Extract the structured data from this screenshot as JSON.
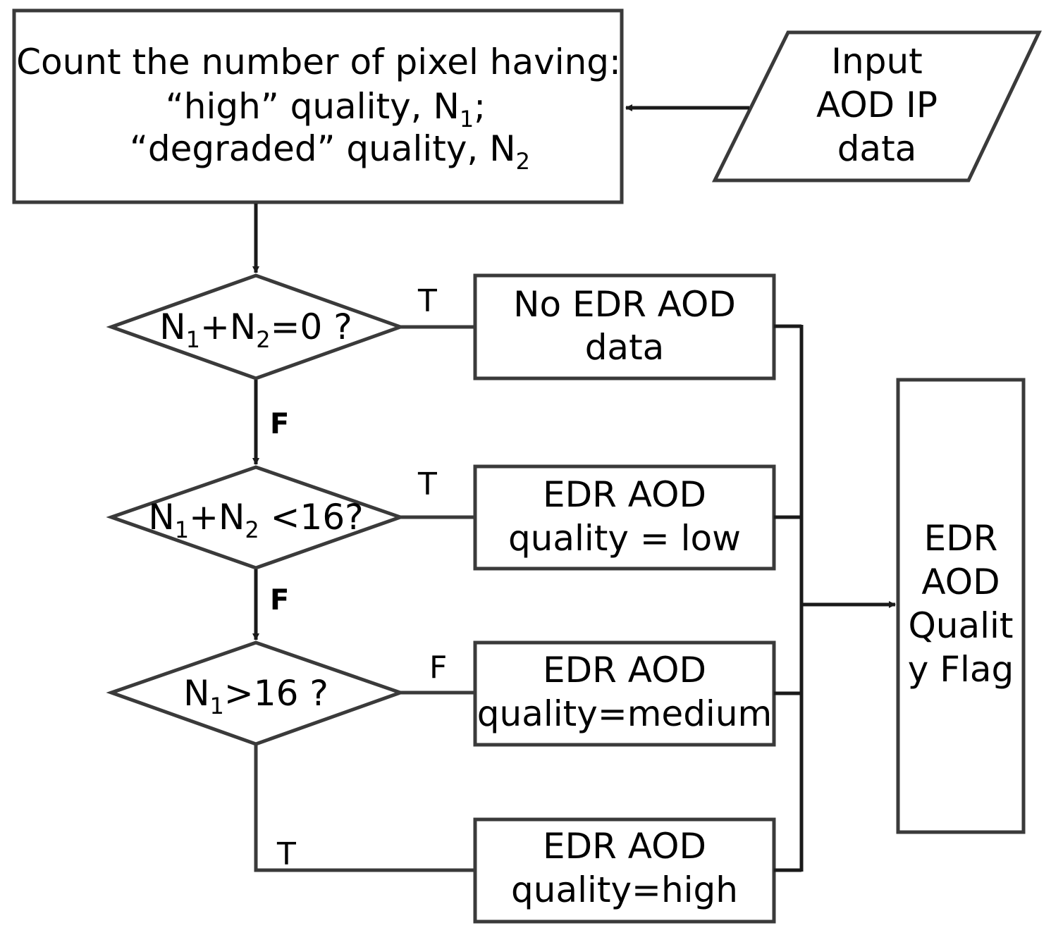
{
  "nodes": {
    "count": {
      "line1": "Count the number of pixel having:",
      "line2": {
        "pre": "“high”  quality, N",
        "sub": "1",
        "post": ";"
      },
      "line3": {
        "pre": "“degraded”  quality, N",
        "sub": "2",
        "post": ""
      }
    },
    "input": {
      "lines": [
        "Input",
        "AOD IP",
        "data"
      ]
    },
    "decision1": {
      "p1": "N",
      "s1": "1",
      "p2": "+N",
      "s2": "2",
      "p3": "=0 ?"
    },
    "decision2": {
      "p1": "N",
      "s1": "1",
      "p2": "+N",
      "s2": "2",
      "p3": " <16?"
    },
    "decision3": {
      "p1": "N",
      "s1": "1",
      "p2": ">16 ?"
    },
    "no_data": {
      "lines": [
        "No EDR AOD",
        "data"
      ]
    },
    "low": {
      "lines": [
        "EDR AOD",
        "quality = low"
      ]
    },
    "medium": {
      "lines": [
        "EDR AOD",
        "quality=medium"
      ]
    },
    "high": {
      "lines": [
        "EDR AOD",
        "quality=high"
      ]
    },
    "flag": {
      "lines": [
        "EDR",
        "AOD",
        "Qualit",
        "y Flag"
      ]
    }
  },
  "edge_labels": {
    "d1_true": "T",
    "d1_false": "F",
    "d2_true": "T",
    "d2_false": "F",
    "d3_false": "F",
    "d3_true": "T"
  },
  "colors": {
    "stroke": "#3a3a3a",
    "text": "#000000",
    "background": "#ffffff"
  }
}
